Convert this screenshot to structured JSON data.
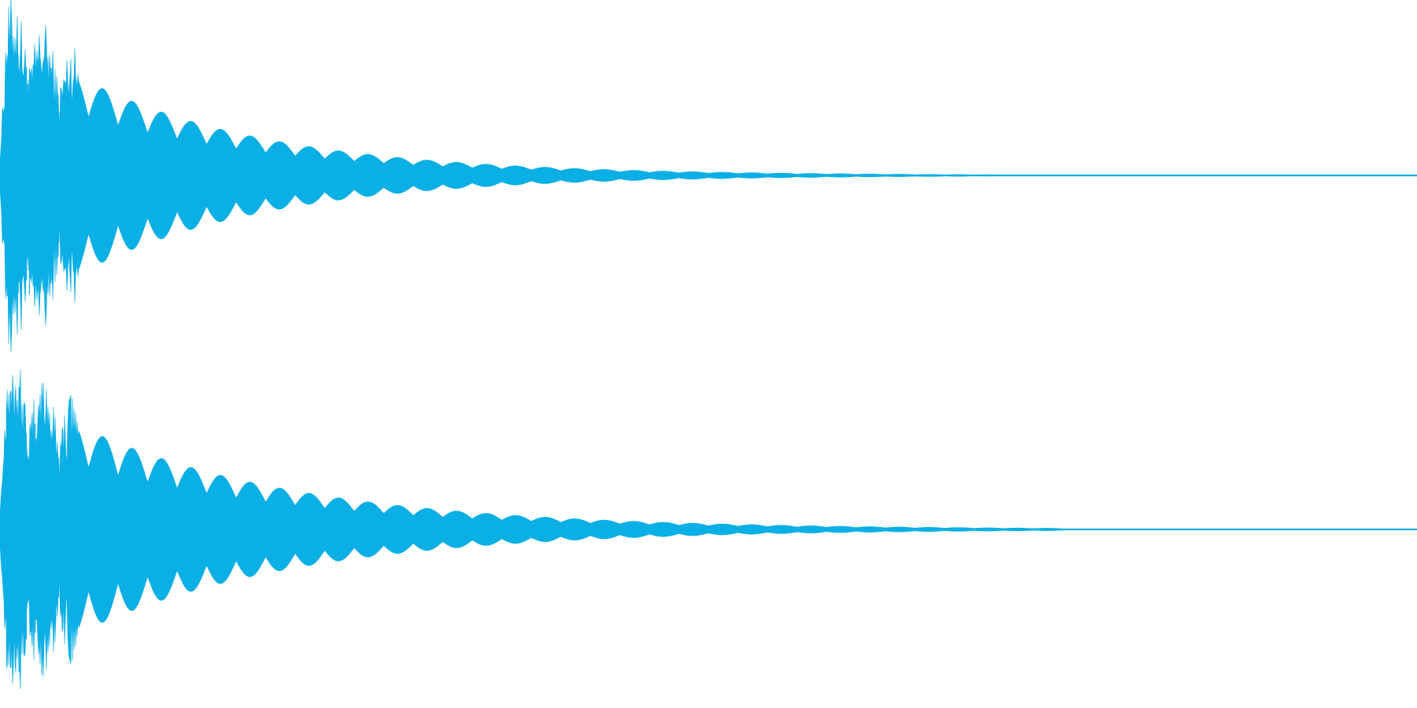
{
  "waveform": {
    "color": "#0aafe6",
    "background": "#ffffff",
    "channels": [
      {
        "name": "",
        "peak": 0.98,
        "decay": 0.0042,
        "oscillation_cycles": 48,
        "tail_fraction": 0.72
      },
      {
        "name": "",
        "peak": 0.97,
        "decay": 0.0036,
        "oscillation_cycles": 48,
        "tail_fraction": 0.75
      }
    ]
  }
}
